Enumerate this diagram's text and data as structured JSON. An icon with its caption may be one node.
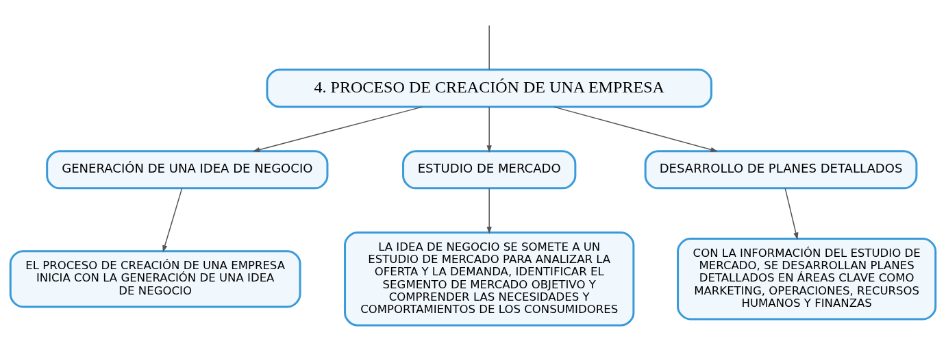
{
  "diagram": {
    "nodes": [
      {
        "text": [
          "4. PROCESO DE CREACIÓN DE UNA EMPRESA"
        ]
      },
      {
        "text": [
          "GENERACIÓN DE UNA IDEA DE NEGOCIO"
        ]
      },
      {
        "text": [
          "ESTUDIO DE MERCADO"
        ]
      },
      {
        "text": [
          "DESARROLLO DE PLANES DETALLADOS"
        ]
      },
      {
        "text": [
          "EL PROCESO DE CREACIÓN DE UNA EMPRESA INICIA CON LA GENERACIÓN DE UNA IDEA DE NEGOCIO"
        ]
      },
      {
        "text": [
          "LA IDEA DE NEGOCIO SE SOMETE A UN ESTUDIO DE MERCADO PARA ANALIZAR LA OFERTA Y LA DEMANDA, IDENTIFICAR EL SEGMENTO DE MERCADO OBJETIVO Y COMPRENDER LAS NECESIDADES Y COMPORTAMIENTOS DE LOS CONSUMIDORES"
        ]
      },
      {
        "text": [
          "CON LA INFORMACIÓN DEL ESTUDIO DE MERCADO, SE DESARROLLAN PLANES DETALLADOS EN ÁREAS CLAVE COMO MARKETING, OPERACIONES, RECURSOS HUMANOS Y FINANZAS"
        ]
      }
    ],
    "edges": [
      {
        "from": null,
        "to": 0,
        "arrow": "none"
      },
      {
        "from": 0,
        "to": 1,
        "arrow": "to"
      },
      {
        "from": 0,
        "to": 2,
        "arrow": "to"
      },
      {
        "from": 0,
        "to": 3,
        "arrow": "to"
      },
      {
        "from": 1,
        "to": 4,
        "arrow": "to"
      },
      {
        "from": 2,
        "to": 5,
        "arrow": "to"
      },
      {
        "from": 3,
        "to": 6,
        "arrow": "to"
      }
    ]
  }
}
